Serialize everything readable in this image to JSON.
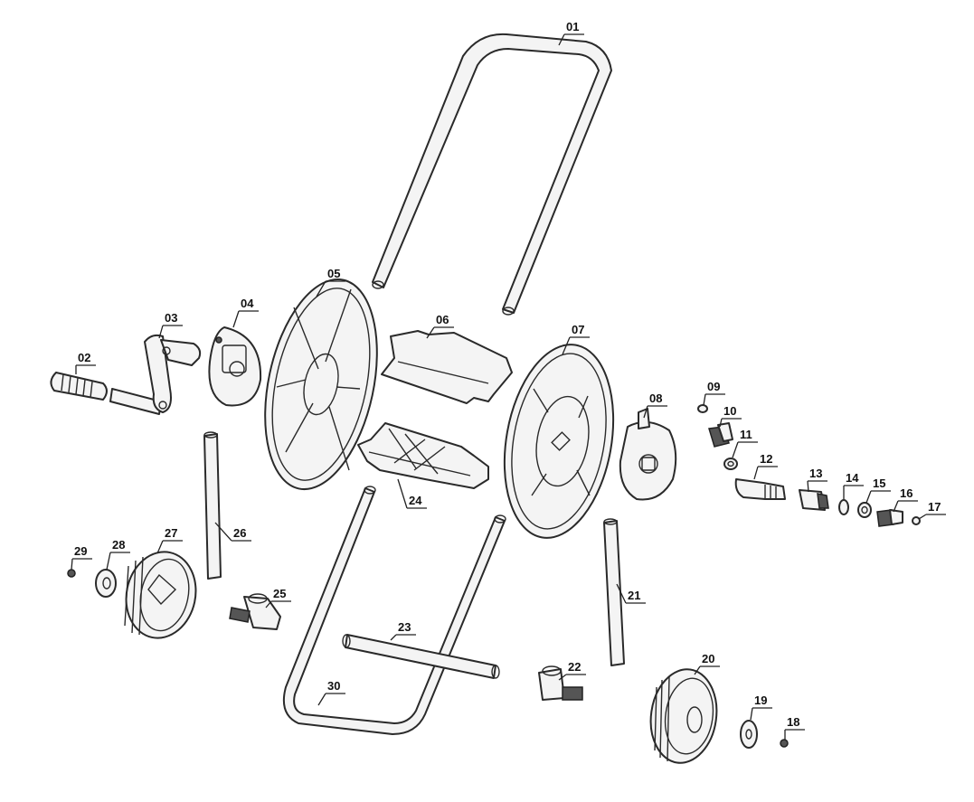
{
  "diagram": {
    "callouts": [
      {
        "id": "01",
        "label": "01"
      },
      {
        "id": "02",
        "label": "02"
      },
      {
        "id": "03",
        "label": "03"
      },
      {
        "id": "04",
        "label": "04"
      },
      {
        "id": "05",
        "label": "05"
      },
      {
        "id": "06",
        "label": "06"
      },
      {
        "id": "07",
        "label": "07"
      },
      {
        "id": "08",
        "label": "08"
      },
      {
        "id": "09",
        "label": "09"
      },
      {
        "id": "10",
        "label": "10"
      },
      {
        "id": "11",
        "label": "11"
      },
      {
        "id": "12",
        "label": "12"
      },
      {
        "id": "13",
        "label": "13"
      },
      {
        "id": "14",
        "label": "14"
      },
      {
        "id": "15",
        "label": "15"
      },
      {
        "id": "16",
        "label": "16"
      },
      {
        "id": "17",
        "label": "17"
      },
      {
        "id": "18",
        "label": "18"
      },
      {
        "id": "19",
        "label": "19"
      },
      {
        "id": "20",
        "label": "20"
      },
      {
        "id": "21",
        "label": "21"
      },
      {
        "id": "22",
        "label": "22"
      },
      {
        "id": "23",
        "label": "23"
      },
      {
        "id": "24",
        "label": "24"
      },
      {
        "id": "25",
        "label": "25"
      },
      {
        "id": "26",
        "label": "26"
      },
      {
        "id": "27",
        "label": "27"
      },
      {
        "id": "28",
        "label": "28"
      },
      {
        "id": "29",
        "label": "29"
      },
      {
        "id": "30",
        "label": "30"
      }
    ]
  }
}
